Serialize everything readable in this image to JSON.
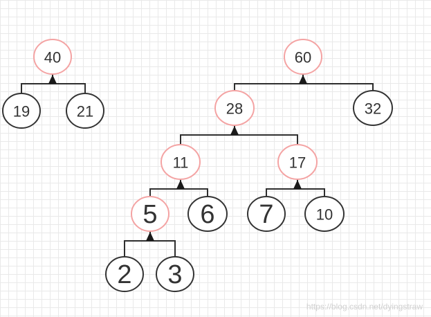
{
  "colors": {
    "highlight_border": "#f4a3a3",
    "normal_border": "#333333",
    "line": "#2e2e2e",
    "arrow": "#1a1a1a",
    "grid": "#e9e9e9"
  },
  "nodes": [
    {
      "id": "n40",
      "label": "40",
      "style": "highlight"
    },
    {
      "id": "n19",
      "label": "19",
      "style": "normal"
    },
    {
      "id": "n21",
      "label": "21",
      "style": "normal"
    },
    {
      "id": "n60",
      "label": "60",
      "style": "highlight"
    },
    {
      "id": "n28",
      "label": "28",
      "style": "highlight"
    },
    {
      "id": "n32",
      "label": "32",
      "style": "normal"
    },
    {
      "id": "n11",
      "label": "11",
      "style": "highlight"
    },
    {
      "id": "n17",
      "label": "17",
      "style": "highlight"
    },
    {
      "id": "n5",
      "label": "5",
      "style": "highlight"
    },
    {
      "id": "n6",
      "label": "6",
      "style": "normal"
    },
    {
      "id": "n7",
      "label": "7",
      "style": "normal"
    },
    {
      "id": "n10",
      "label": "10",
      "style": "normal"
    },
    {
      "id": "n2",
      "label": "2",
      "style": "normal"
    },
    {
      "id": "n3",
      "label": "3",
      "style": "normal"
    }
  ],
  "edges": [
    {
      "parent": "n40",
      "children": [
        "n19",
        "n21"
      ]
    },
    {
      "parent": "n60",
      "children": [
        "n28",
        "n32"
      ]
    },
    {
      "parent": "n28",
      "children": [
        "n11",
        "n17"
      ]
    },
    {
      "parent": "n11",
      "children": [
        "n5",
        "n6"
      ]
    },
    {
      "parent": "n17",
      "children": [
        "n7",
        "n10"
      ]
    },
    {
      "parent": "n5",
      "children": [
        "n2",
        "n3"
      ]
    }
  ],
  "watermark": "https://blog.csdn.net/dyingstraw"
}
